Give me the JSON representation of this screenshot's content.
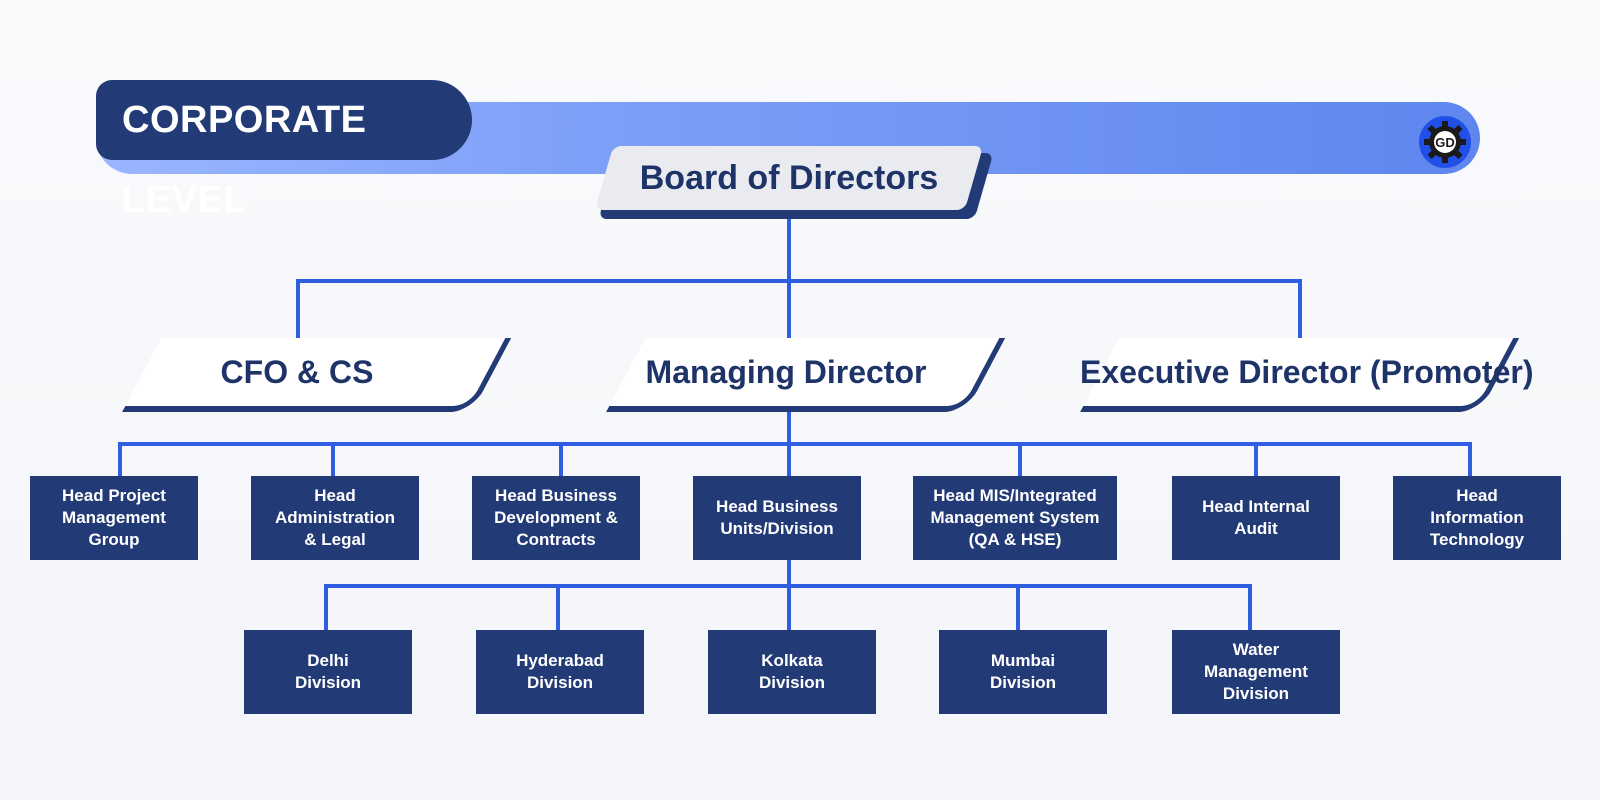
{
  "header": {
    "title": "CORPORATE LEVEL",
    "logo_text": "GD",
    "logo_icon": "gear-logo-icon"
  },
  "board": {
    "label": "Board of Directors"
  },
  "roles": [
    {
      "label": "CFO & CS"
    },
    {
      "label": "Managing Director"
    },
    {
      "label": "Executive Director (Promoter)"
    }
  ],
  "heads": [
    {
      "label": "Head Project\nManagement\nGroup"
    },
    {
      "label": "Head\nAdministration\n& Legal"
    },
    {
      "label": "Head Business\nDevelopment &\nContracts"
    },
    {
      "label": "Head Business\nUnits/Division"
    },
    {
      "label": "Head MIS/Integrated\nManagement System\n(QA & HSE)"
    },
    {
      "label": "Head Internal\nAudit"
    },
    {
      "label": "Head\nInformation\nTechnology"
    }
  ],
  "divisions": [
    {
      "label": "Delhi\nDivision"
    },
    {
      "label": "Hyderabad\nDivision"
    },
    {
      "label": "Kolkata\nDivision"
    },
    {
      "label": "Mumbai\nDivision"
    },
    {
      "label": "Water\nManagement\nDivision"
    }
  ],
  "colors": {
    "navy": "#223a76",
    "connector": "#2f5fe0",
    "band_light": "#9bb6ff",
    "band_dark": "#5f86ef",
    "board_bg": "#e9ebf0"
  }
}
